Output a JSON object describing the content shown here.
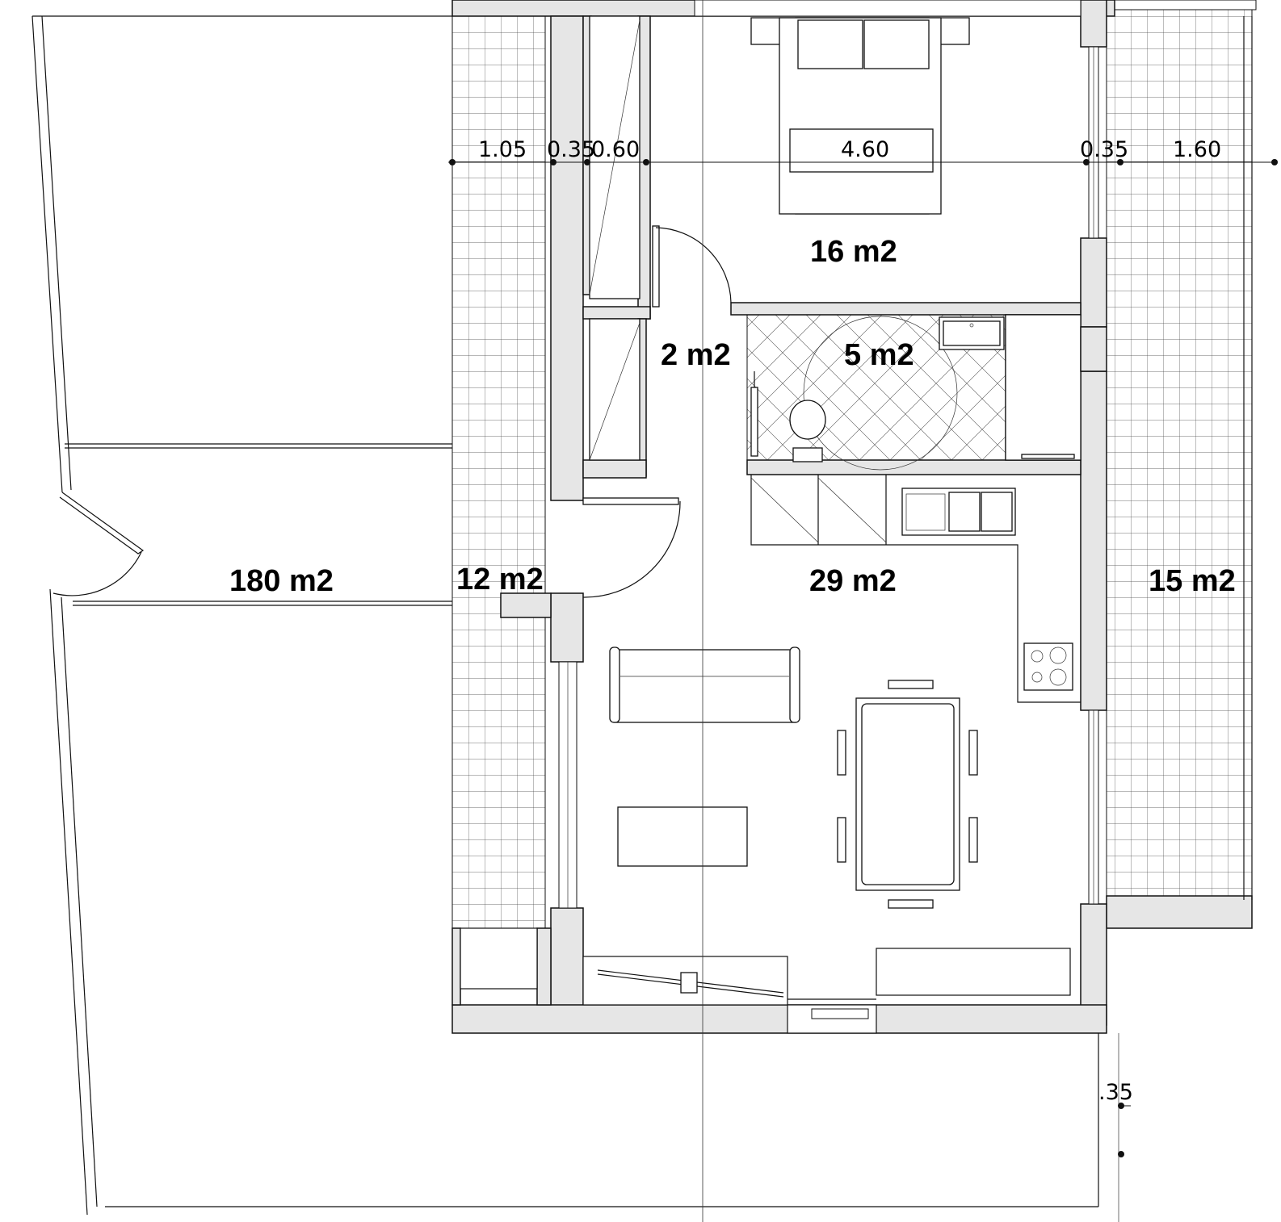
{
  "rooms": {
    "terrace_large": "180 m2",
    "balcony_left": "12 m2",
    "bedroom": "16 m2",
    "hall": "2 m2",
    "bathroom": "5 m2",
    "living": "29 m2",
    "balcony_right": "15 m2"
  },
  "dimensions": {
    "d1": "1.05",
    "d2": "0.35",
    "d3": "0.60",
    "d4": "4.60",
    "d5": "0.35",
    "d6": "1.60",
    "d7": ".35"
  }
}
